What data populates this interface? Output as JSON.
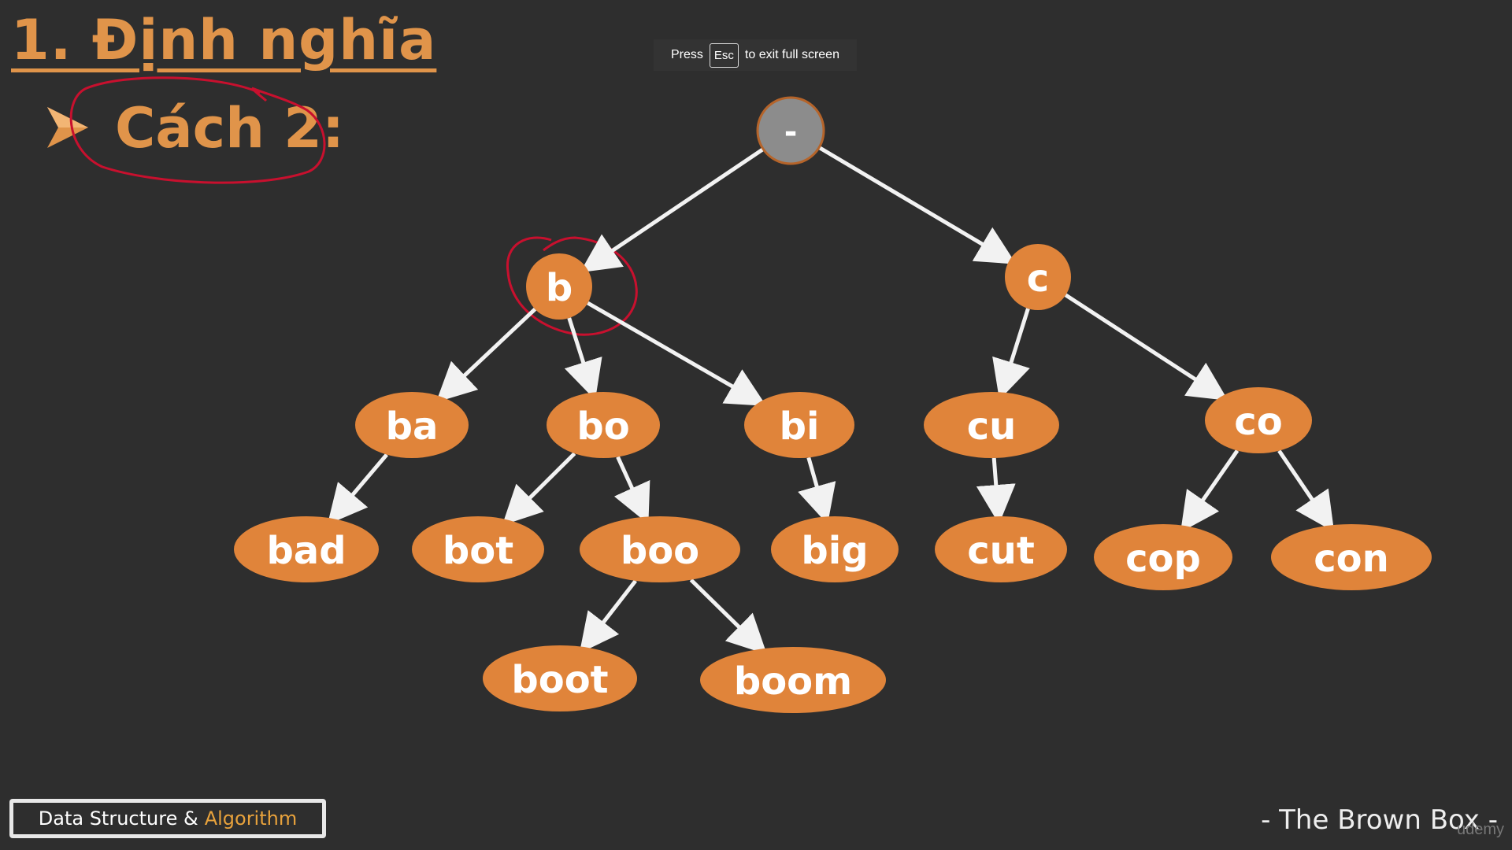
{
  "slide": {
    "title": "1. Định nghĩa",
    "subtitle": "Cách 2:"
  },
  "overlay": {
    "press": "Press",
    "esc_key": "Esc",
    "exit_text": "to exit full screen"
  },
  "footer": {
    "course_part1": "Data Structure &",
    "course_part2": "Algorithm",
    "author": "- The Brown Box -",
    "watermark": "udemy"
  },
  "colors": {
    "node_fill": "#e0843a",
    "root_fill": "#8c8c8c",
    "edge": "#f2f2f2",
    "accent": "#e0944a",
    "annotation": "#c8102e"
  },
  "tree": {
    "nodes": [
      {
        "id": "root",
        "label": "-"
      },
      {
        "id": "b",
        "label": "b"
      },
      {
        "id": "c",
        "label": "c"
      },
      {
        "id": "ba",
        "label": "ba"
      },
      {
        "id": "bo",
        "label": "bo"
      },
      {
        "id": "bi",
        "label": "bi"
      },
      {
        "id": "cu",
        "label": "cu"
      },
      {
        "id": "co",
        "label": "co"
      },
      {
        "id": "bad",
        "label": "bad"
      },
      {
        "id": "bot",
        "label": "bot"
      },
      {
        "id": "boo",
        "label": "boo"
      },
      {
        "id": "big",
        "label": "big"
      },
      {
        "id": "cut",
        "label": "cut"
      },
      {
        "id": "cop",
        "label": "cop"
      },
      {
        "id": "con",
        "label": "con"
      },
      {
        "id": "boot",
        "label": "boot"
      },
      {
        "id": "boom",
        "label": "boom"
      }
    ],
    "edges": [
      [
        "root",
        "b"
      ],
      [
        "root",
        "c"
      ],
      [
        "b",
        "ba"
      ],
      [
        "b",
        "bo"
      ],
      [
        "b",
        "bi"
      ],
      [
        "c",
        "cu"
      ],
      [
        "c",
        "co"
      ],
      [
        "ba",
        "bad"
      ],
      [
        "bo",
        "bot"
      ],
      [
        "bo",
        "boo"
      ],
      [
        "bi",
        "big"
      ],
      [
        "cu",
        "cut"
      ],
      [
        "co",
        "cop"
      ],
      [
        "co",
        "con"
      ],
      [
        "boo",
        "boot"
      ],
      [
        "boo",
        "boom"
      ]
    ],
    "highlighted": "b"
  }
}
